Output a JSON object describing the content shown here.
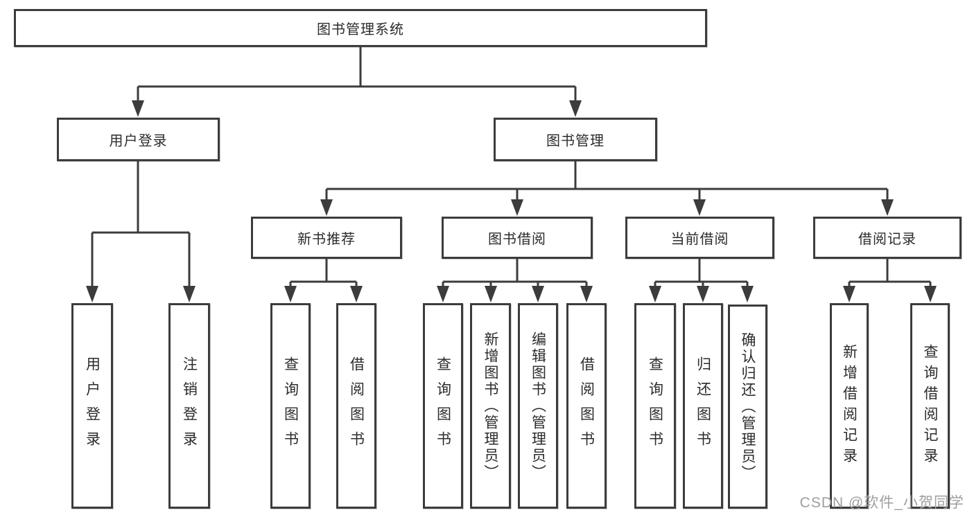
{
  "diagram_title": "图书管理系统",
  "tree": {
    "label": "图书管理系统",
    "children": [
      {
        "label": "用户登录",
        "children": [
          {
            "label": "用户登录"
          },
          {
            "label": "注销登录"
          }
        ]
      },
      {
        "label": "图书管理",
        "children": [
          {
            "label": "新书推荐",
            "children": [
              {
                "label": "查询图书"
              },
              {
                "label": "借阅图书"
              }
            ]
          },
          {
            "label": "图书借阅",
            "children": [
              {
                "label": "查询图书"
              },
              {
                "label": "新增图书（管理员）"
              },
              {
                "label": "编辑图书（管理员）"
              },
              {
                "label": "借阅图书"
              }
            ]
          },
          {
            "label": "当前借阅",
            "children": [
              {
                "label": "查询图书"
              },
              {
                "label": "归还图书"
              },
              {
                "label": "确认归还（管理员）"
              }
            ]
          },
          {
            "label": "借阅记录",
            "children": [
              {
                "label": "新增借阅记录"
              },
              {
                "label": "查询借阅记录"
              }
            ]
          }
        ]
      }
    ]
  },
  "watermark": "CSDN @软件_小贺同学",
  "colors": {
    "line": "#3c3c3c",
    "box_border": "#3c3c3c",
    "text": "#2b2b2b",
    "watermark": "#9e9e9e",
    "background": "#ffffff"
  }
}
